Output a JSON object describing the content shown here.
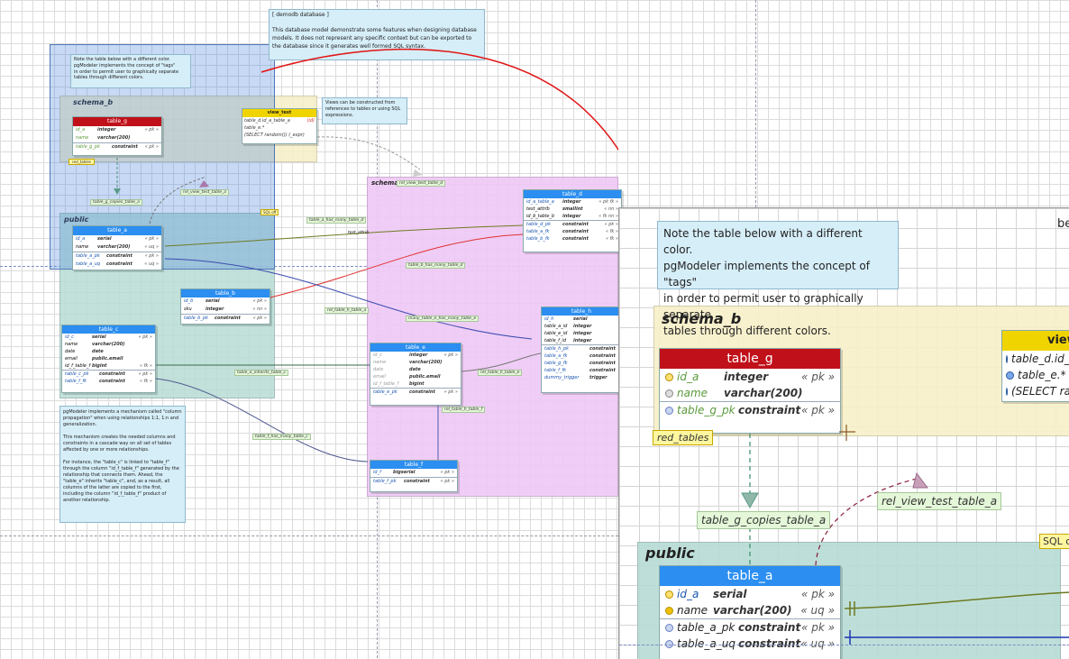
{
  "notes": {
    "demodb": "[ demodb database ]\n\nThis database model demonstrate some features when designing database models. It does not represent any specific context but can be exported to the database since it generates well formed SQL syntax.",
    "tags": "Note the table below with a different color.\npgModeler implements the concept of \"tags\"\nin order to permit user to graphically separate\ntables through different colors.",
    "views": "Views can be constructed from references to tables or using SQL expressions.",
    "propagation": "pgModeler implements a mechanism called \"column propagation\" when using relationships 1:1, 1:n and generalization.\n\nThis mechanism creates the needed columns and constraints in a cascade way on all set of tables affected by one or more relationships.\n\nFor instance, the \"table_c\" is linked to \"table_f\" through the column \"id_f_table_f\" generated by the relationship that connects them. Ahead, the \"table_e\" inherits \"table_c\", and, as a result, all columns of the latter are copied to the first, including the column \"id_f_table_f\" product of another relationship."
  },
  "schemas": {
    "schema_b": "schema_b",
    "public": "public",
    "schema_a": "schema_"
  },
  "tag_label": "red_tables",
  "sql_off": "SQL off",
  "zoom_sql_off": "SQL off",
  "zoom_be": "be",
  "tables": {
    "table_g": {
      "title": "table_g",
      "rows": [
        [
          "id_a",
          "integer",
          "« pk »"
        ],
        [
          "name",
          "varchar(200)",
          ""
        ]
      ],
      "cons": [
        [
          "table_g_pk",
          "constraint",
          "« pk »"
        ]
      ]
    },
    "view_test": {
      "title": "view_test",
      "rows": [
        [
          "table_d.id_a_table_a",
          "(id)"
        ],
        [
          "table_e.*",
          ""
        ],
        [
          "(SELECT random()) (_expr)",
          ""
        ]
      ]
    },
    "table_a": {
      "title": "table_a",
      "rows": [
        [
          "id_a",
          "serial",
          "« pk »"
        ],
        [
          "name",
          "varchar(200)",
          "« uq »"
        ]
      ],
      "cons": [
        [
          "table_a_pk",
          "constraint",
          "« pk »"
        ],
        [
          "table_a_uq",
          "constraint",
          "« uq »"
        ]
      ]
    },
    "table_b": {
      "title": "table_b",
      "rows": [
        [
          "id_b",
          "serial",
          "« pk »"
        ],
        [
          "sku",
          "integer",
          "« nn »"
        ]
      ],
      "cons": [
        [
          "table_b_pk",
          "constraint",
          "« pk »"
        ]
      ]
    },
    "table_c": {
      "title": "table_c",
      "rows": [
        [
          "id_c",
          "serial",
          "« pk »"
        ],
        [
          "name",
          "varchar(200)",
          ""
        ],
        [
          "date",
          "date",
          ""
        ],
        [
          "email",
          "public.email",
          ""
        ],
        [
          "id_f_table_f",
          "bigint",
          "« fk »"
        ]
      ],
      "cons": [
        [
          "table_c_pk",
          "constraint",
          "« pk »"
        ],
        [
          "table_f_fk",
          "constraint",
          "« fk »"
        ]
      ]
    },
    "table_d": {
      "title": "table_d",
      "rows": [
        [
          "id_a_table_a",
          "integer",
          "« pk fk »"
        ],
        [
          "test_attrib",
          "smallint",
          "« nn »"
        ],
        [
          "id_b_table_b",
          "integer",
          "« fk nn »"
        ]
      ],
      "cons": [
        [
          "table_d_pk",
          "constraint",
          "« pk »"
        ],
        [
          "table_a_fk",
          "constraint",
          "« fk »"
        ],
        [
          "table_b_fk",
          "constraint",
          "« fk »"
        ]
      ]
    },
    "table_e": {
      "title": "table_e",
      "rows": [
        [
          "id_c",
          "integer",
          "« pk »"
        ],
        [
          "name",
          "varchar(200)",
          ""
        ],
        [
          "date",
          "date",
          ""
        ],
        [
          "email",
          "public.email",
          ""
        ],
        [
          "id_f_table_f",
          "bigint",
          ""
        ]
      ],
      "cons": [
        [
          "table_e_pk",
          "constraint",
          "« pk »"
        ]
      ]
    },
    "table_f": {
      "title": "table_f",
      "rows": [
        [
          "id_f",
          "bigserial",
          "« pk »"
        ]
      ],
      "cons": [
        [
          "table_f_pk",
          "constraint",
          "« pk »"
        ]
      ]
    },
    "table_h": {
      "title": "table_h",
      "rows": [
        [
          "id_h",
          "serial",
          ""
        ],
        [
          "table_a_id",
          "integer",
          ""
        ],
        [
          "table_e_id",
          "integer",
          ""
        ],
        [
          "table_f_id",
          "integer",
          ""
        ]
      ],
      "cons": [
        [
          "table_h_pk",
          "constraint",
          ""
        ],
        [
          "table_a_fk",
          "constraint",
          ""
        ],
        [
          "table_g_fk",
          "constraint",
          ""
        ],
        [
          "table_f_fk",
          "constraint",
          ""
        ],
        [
          "dummy_trigger",
          "trigger",
          ""
        ]
      ]
    }
  },
  "relations": {
    "rel_view_test_table_a": "rel_view_test_table_a",
    "table_g_copies_table_a": "table_g_copies_table_a",
    "table_a_has_many_table_d": "table_a_has_many_table_d",
    "test_attrib": "test_attrib",
    "rel_view_test_table_d": "rel_view_test_table_d",
    "table_b_has_many_table_d": "table_b_has_many_table_d",
    "rel_table_h_table_a": "rel_table_h_table_a",
    "many_table_e_has_many_table_e": "many_table_e_has_many_table_e",
    "table_e_inherits_table_c": "table_e_inherits_table_c",
    "rel_table_h_table_e": "rel_table_h_table_e",
    "rel_table_h_table_f": "rel_table_h_table_f",
    "table_f_has_many_table_c": "table_f_has_many_table_c"
  },
  "colors": {
    "accent_red": "#e01515",
    "table_blue": "#2b8ef0",
    "table_red": "#c0101a",
    "view_yellow": "#f0d400",
    "schema_public": "#b7dcd5",
    "schema_b": "#f7efc8",
    "schema_a": "#eec8f5"
  }
}
